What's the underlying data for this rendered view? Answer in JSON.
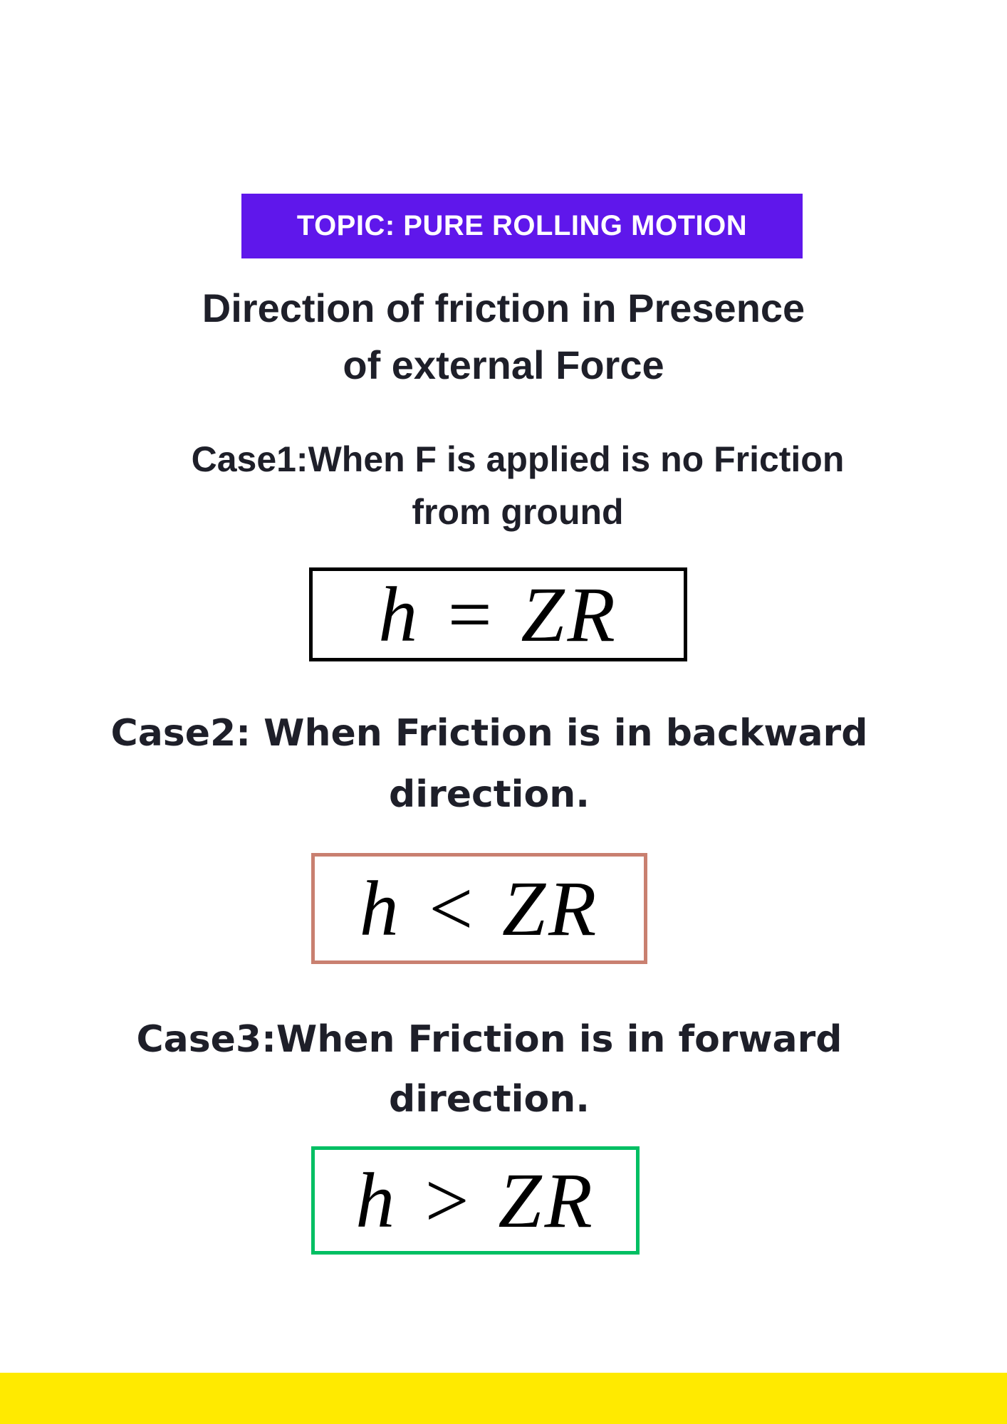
{
  "banner": {
    "label": "TOPIC: PURE ROLLING MOTION",
    "color": "#5f17eb"
  },
  "title": {
    "line1": "Direction of friction in Presence",
    "line2": "of external Force"
  },
  "cases": [
    {
      "line1": "Case1:When F is applied is no Friction",
      "line2": "from ground",
      "formula": "h = ZR",
      "border_color": "#000000"
    },
    {
      "line1": "Case2: When Friction is in backward",
      "line2": "direction.",
      "formula": "h < ZR",
      "border_color": "#c98070"
    },
    {
      "line1": "Case3:When Friction is in forward",
      "line2": "direction.",
      "formula": "h > ZR",
      "border_color": "#00bf63"
    }
  ],
  "footer_band_color": "#ffea00"
}
